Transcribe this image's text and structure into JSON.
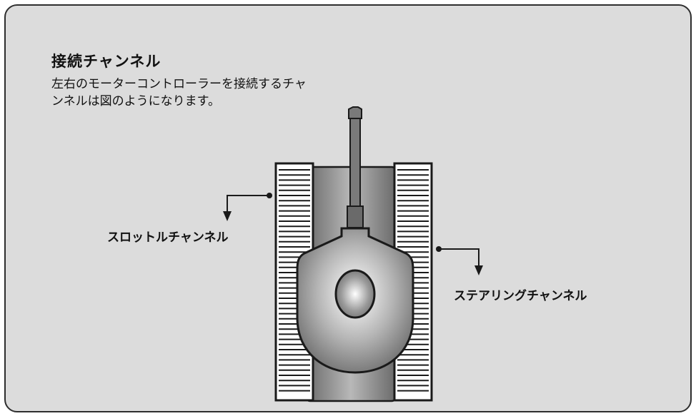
{
  "title": "接続チャンネル",
  "description": "左右のモーターコントローラーを接続するチャ\nンネルは図のようになります。",
  "labels": {
    "throttle": "スロットルチャンネル",
    "steering": "ステアリングチャンネル"
  },
  "colors": {
    "panel_background": "#dcdcdc",
    "outline": "#1a1a1a",
    "track_fill": "#ffffff",
    "hull_fill": "#8c8c8c"
  }
}
